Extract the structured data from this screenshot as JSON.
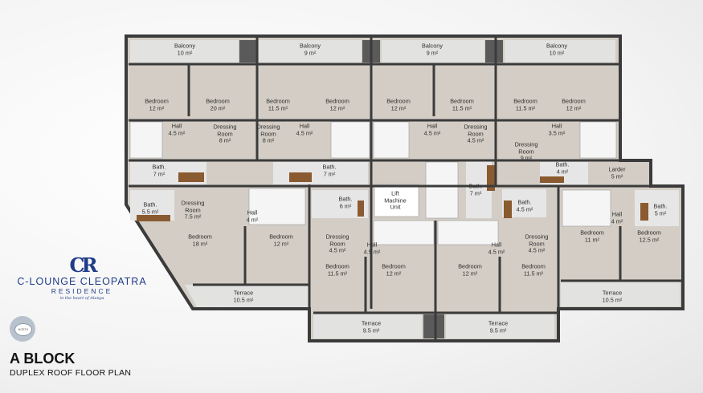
{
  "brand": {
    "logo": "CR",
    "name": "C-LOUNGE CLEOPATRA",
    "subname": "RESIDENCE",
    "tagline": "in the heart of Alanya"
  },
  "north_label": "NORTH",
  "title": "A BLOCK",
  "subtitle": "DUPLEX ROOF FLOOR PLAN",
  "colors": {
    "brand": "#1f3c88",
    "floor": "#d3cdc5",
    "outdoor": "#e2e2e0",
    "wall": "#3b3b3b"
  },
  "rooms": [
    {
      "name": "Balcony",
      "area": "10 m²"
    },
    {
      "name": "Balcony",
      "area": "9 m²"
    },
    {
      "name": "Balcony",
      "area": "9 m²"
    },
    {
      "name": "Balcony",
      "area": "10 m²"
    },
    {
      "name": "Bedroom",
      "area": "12 m²"
    },
    {
      "name": "Bedroom",
      "area": "20 m²"
    },
    {
      "name": "Bedroom",
      "area": "11.5 m²"
    },
    {
      "name": "Bedroom",
      "area": "12 m²"
    },
    {
      "name": "Bedroom",
      "area": "12 m²"
    },
    {
      "name": "Bedroom",
      "area": "11.5 m²"
    },
    {
      "name": "Bedroom",
      "area": "11.5 m²"
    },
    {
      "name": "Bedroom",
      "area": "12 m²"
    },
    {
      "name": "Hall",
      "area": "4.5 m²"
    },
    {
      "name": "Dressing Room",
      "area": "8 m²"
    },
    {
      "name": "Dressing Room",
      "area": "8 m²"
    },
    {
      "name": "Hall",
      "area": "4.5 m²"
    },
    {
      "name": "Hall",
      "area": "4.5 m²"
    },
    {
      "name": "Dressing Room",
      "area": "4.5 m²"
    },
    {
      "name": "Hall",
      "area": "3.5 m²"
    },
    {
      "name": "Dressing Room",
      "area": "9 m²"
    },
    {
      "name": "Bath.",
      "area": "7 m²"
    },
    {
      "name": "Bath.",
      "area": "7 m²"
    },
    {
      "name": "Lift Machine Unit",
      "area": ""
    },
    {
      "name": "Bath.",
      "area": "7 m²"
    },
    {
      "name": "Bath.",
      "area": "4 m²"
    },
    {
      "name": "Larder",
      "area": "5 m²"
    },
    {
      "name": "Bath.",
      "area": "4.5 m²"
    },
    {
      "name": "Bath.",
      "area": "5.5 m²"
    },
    {
      "name": "Dressing Room",
      "area": "7.5 m²"
    },
    {
      "name": "Hall",
      "area": "4 m²"
    },
    {
      "name": "Bath.",
      "area": "6 m²"
    },
    {
      "name": "Hall",
      "area": "4 m²"
    },
    {
      "name": "Bath.",
      "area": "5 m²"
    },
    {
      "name": "Bedroom",
      "area": "18 m²"
    },
    {
      "name": "Bedroom",
      "area": "12 m²"
    },
    {
      "name": "Dressing Room",
      "area": "4.5 m²"
    },
    {
      "name": "Hall",
      "area": "4.5 m²"
    },
    {
      "name": "Hall",
      "area": "4.5 m²"
    },
    {
      "name": "Dressing Room",
      "area": "4.5 m²"
    },
    {
      "name": "Bedroom",
      "area": "11 m²"
    },
    {
      "name": "Bedroom",
      "area": "12.5 m²"
    },
    {
      "name": "Bedroom",
      "area": "11.5 m²"
    },
    {
      "name": "Bedroom",
      "area": "12 m²"
    },
    {
      "name": "Bedroom",
      "area": "12 m²"
    },
    {
      "name": "Bedroom",
      "area": "11.5 m²"
    },
    {
      "name": "Terrace",
      "area": "10.5 m²"
    },
    {
      "name": "Terrace",
      "area": "9.5 m²"
    },
    {
      "name": "Terrace",
      "area": "9.5 m²"
    },
    {
      "name": "Terrace",
      "area": "10.5 m²"
    }
  ]
}
